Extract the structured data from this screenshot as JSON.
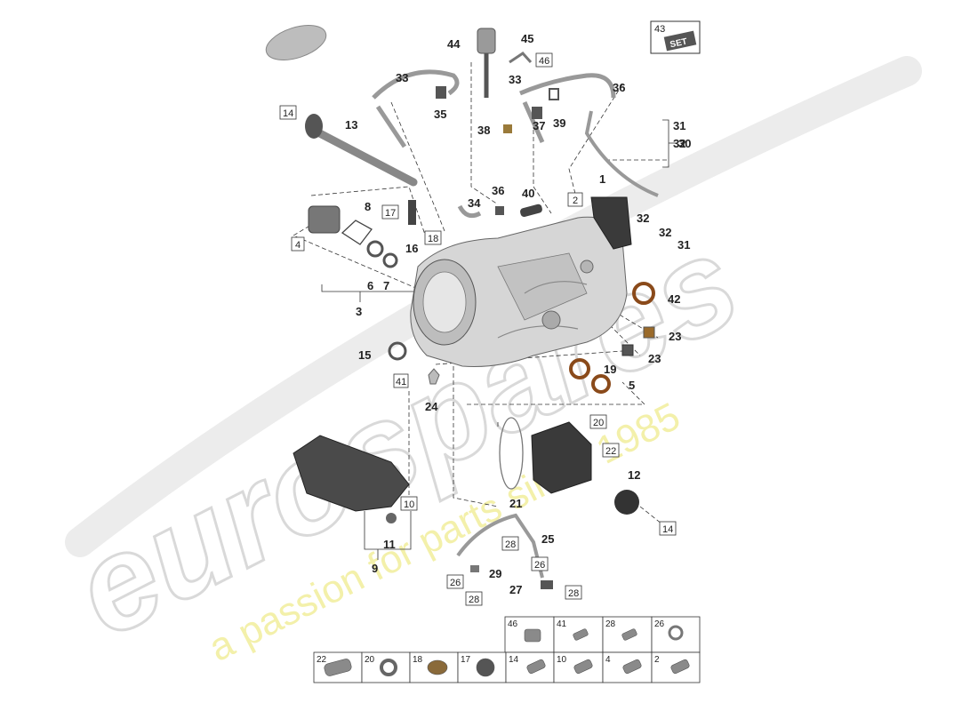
{
  "watermark": {
    "brand": "eurospares",
    "tagline": "a passion for parts since 1985"
  },
  "set_badge": {
    "number": "43",
    "text": "SET"
  },
  "callouts": {
    "c1": "1",
    "c2": "2",
    "c3": "3",
    "c4": "4",
    "c5": "5",
    "c6": "6",
    "c7": "7",
    "c8": "8",
    "c9": "9",
    "c10": "10",
    "c11": "11",
    "c12": "12",
    "c13": "13",
    "c14a": "14",
    "c14b": "14",
    "c15": "15",
    "c16": "16",
    "c17": "17",
    "c18": "18",
    "c19": "19",
    "c20": "20",
    "c21": "21",
    "c22": "22",
    "c23a": "23",
    "c23b": "23",
    "c24": "24",
    "c25": "25",
    "c26a": "26",
    "c26b": "26",
    "c27": "27",
    "c28a": "28",
    "c28b": "28",
    "c28c": "28",
    "c29": "29",
    "c30": "30",
    "c31a": "31",
    "c31b": "31",
    "c32a": "32",
    "c32b": "32",
    "c32c": "32",
    "c33a": "33",
    "c33b": "33",
    "c34": "34",
    "c35": "35",
    "c36a": "36",
    "c36b": "36",
    "c37": "37",
    "c38": "38",
    "c39": "39",
    "c40": "40",
    "c41": "41",
    "c42": "42",
    "c44": "44",
    "c45": "45",
    "c46": "46"
  },
  "parts_grid": {
    "top_row": [
      "46",
      "41",
      "28",
      "26"
    ],
    "bottom_row": [
      "22",
      "20",
      "18",
      "17",
      "14",
      "10",
      "4",
      "2"
    ]
  },
  "colors": {
    "line": "#333333",
    "housing": "#c9c9c9",
    "dark_part": "#3a3a3a",
    "watermark_outline": "#d9d9d9",
    "watermark_tagline": "#f1ee9c"
  }
}
